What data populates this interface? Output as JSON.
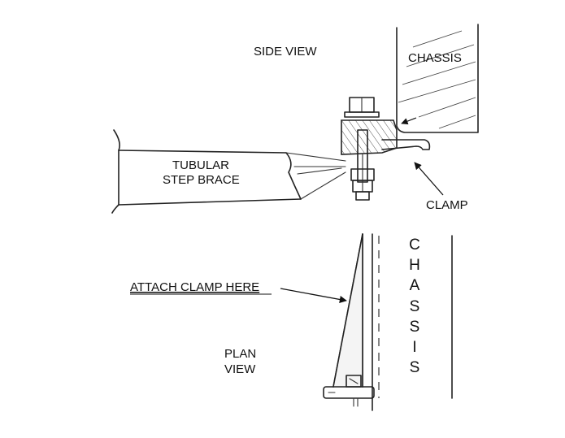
{
  "labels": {
    "side_view": "SIDE VIEW",
    "chassis_top": "CHASSIS",
    "brace_line1": "TUBULAR",
    "brace_line2": "STEP BRACE",
    "clamp": "CLAMP",
    "attach": "ATTACH CLAMP HERE",
    "plan_line1": "PLAN",
    "plan_line2": "VIEW",
    "chassis_vertical": [
      "C",
      "H",
      "A",
      "S",
      "S",
      "I",
      "S"
    ]
  },
  "colors": {
    "ink": "#222222",
    "background": "#ffffff"
  }
}
